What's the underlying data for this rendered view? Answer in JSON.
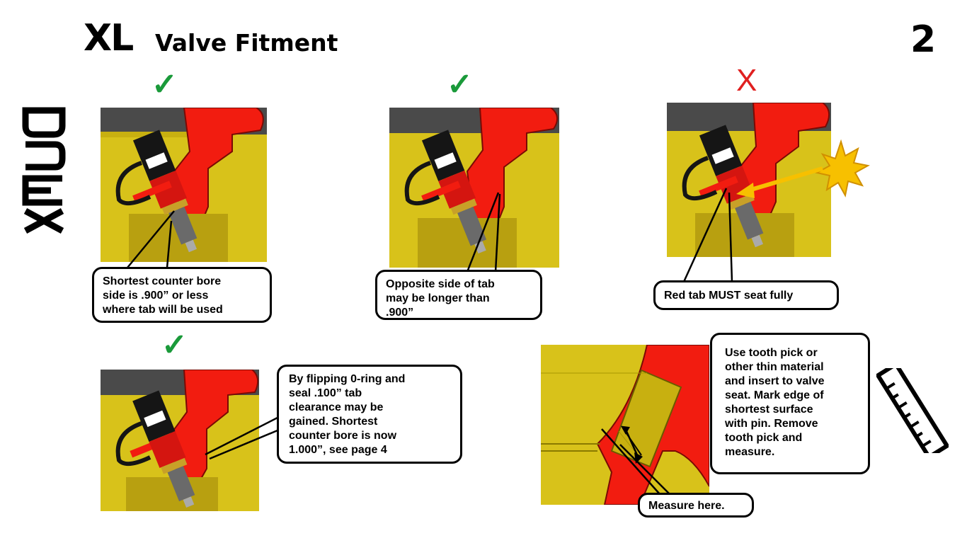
{
  "header": {
    "title_prefix": "XL",
    "title_rest": "Valve Fitment",
    "page_number": "2"
  },
  "side_logo": {
    "text": "XMUD"
  },
  "marks": {
    "ok": "✓",
    "bad": "X",
    "ok_color": "#1a9a3a",
    "bad_color": "#e02020"
  },
  "colors": {
    "rim_yellow": "#d8c21a",
    "tab_red": "#f21c10",
    "tire_gray": "#4a4a4a",
    "valve_black": "#151515"
  },
  "callouts": {
    "c1": "Shortest counter bore\nside is .900” or less\nwhere tab will be used",
    "c2": "Opposite side of tab\nmay be longer than\n.900”",
    "c3": "Red tab MUST seat fully",
    "c4": "By flipping 0-ring and\nseal .100” tab\nclearance may be\ngained. Shortest\ncounter bore is now\n1.000”, see page 4",
    "c5": "Use tooth pick or\nother thin material\nand insert to valve\nseat. Mark edge of\nshortest surface\nwith pin. Remove\ntooth pick and\nmeasure.",
    "c6": "Measure here."
  }
}
